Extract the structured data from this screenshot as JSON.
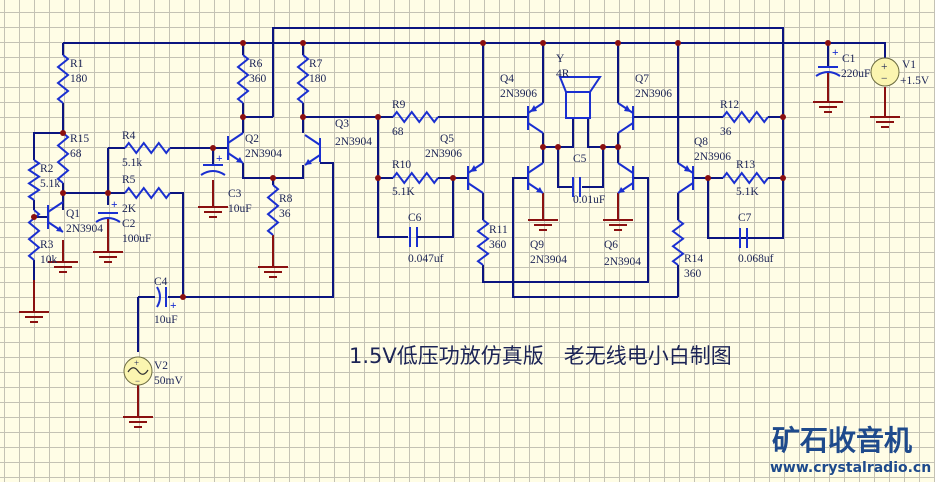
{
  "title": "1.5V低压功放仿真版   老无线电小白制图",
  "logo": {
    "name": "矿石收音机",
    "url": "www.crystalradio.cn"
  },
  "colors": {
    "background": "#fffde6",
    "grid": "#c4c2b4",
    "wire": "#0b1480",
    "component": "#1a2fd0",
    "ground": "#8a1010",
    "junction": "#8a1010",
    "logo": "#1e4a8c"
  },
  "components": {
    "R1": {
      "ref": "R1",
      "value": "180"
    },
    "R15": {
      "ref": "R15",
      "value": "68"
    },
    "R2": {
      "ref": "R2",
      "value": "5.1k"
    },
    "R3": {
      "ref": "R3",
      "value": "10k"
    },
    "R4": {
      "ref": "R4",
      "value": "5.1k"
    },
    "R5": {
      "ref": "R5",
      "value": "2K"
    },
    "R6": {
      "ref": "R6",
      "value": "360"
    },
    "R7": {
      "ref": "R7",
      "value": "180"
    },
    "R8": {
      "ref": "R8",
      "value": "36"
    },
    "R9": {
      "ref": "R9",
      "value": "68"
    },
    "R10": {
      "ref": "R10",
      "value": "5.1K"
    },
    "R11": {
      "ref": "R11",
      "value": "360"
    },
    "R12": {
      "ref": "R12",
      "value": "36"
    },
    "R13": {
      "ref": "R13",
      "value": "5.1K"
    },
    "R14": {
      "ref": "R14",
      "value": "360"
    },
    "C1": {
      "ref": "C1",
      "value": "220uF"
    },
    "C2": {
      "ref": "C2",
      "value": "100uF"
    },
    "C3": {
      "ref": "C3",
      "value": "10uF"
    },
    "C4": {
      "ref": "C4",
      "value": "10uF"
    },
    "C5": {
      "ref": "C5",
      "value": "0.01uF"
    },
    "C6": {
      "ref": "C6",
      "value": "0.047uf"
    },
    "C7": {
      "ref": "C7",
      "value": "0.068uf"
    },
    "Q1": {
      "ref": "Q1",
      "value": "2N3904"
    },
    "Q2": {
      "ref": "Q2",
      "value": "2N3904"
    },
    "Q3": {
      "ref": "Q3",
      "value": "2N3904"
    },
    "Q4": {
      "ref": "Q4",
      "value": "2N3906"
    },
    "Q5": {
      "ref": "Q5",
      "value": "2N3906"
    },
    "Q6": {
      "ref": "Q6",
      "value": "2N3904"
    },
    "Q7": {
      "ref": "Q7",
      "value": "2N3906"
    },
    "Q8": {
      "ref": "Q8",
      "value": "2N3906"
    },
    "Q9": {
      "ref": "Q9",
      "value": "2N3904"
    },
    "V1": {
      "ref": "V1",
      "value": "+1.5V"
    },
    "V2": {
      "ref": "V2",
      "value": "50mV"
    },
    "Y": {
      "ref": "Y",
      "value": "4R"
    }
  },
  "symbols": {
    "plus": "+",
    "minus": "−"
  }
}
